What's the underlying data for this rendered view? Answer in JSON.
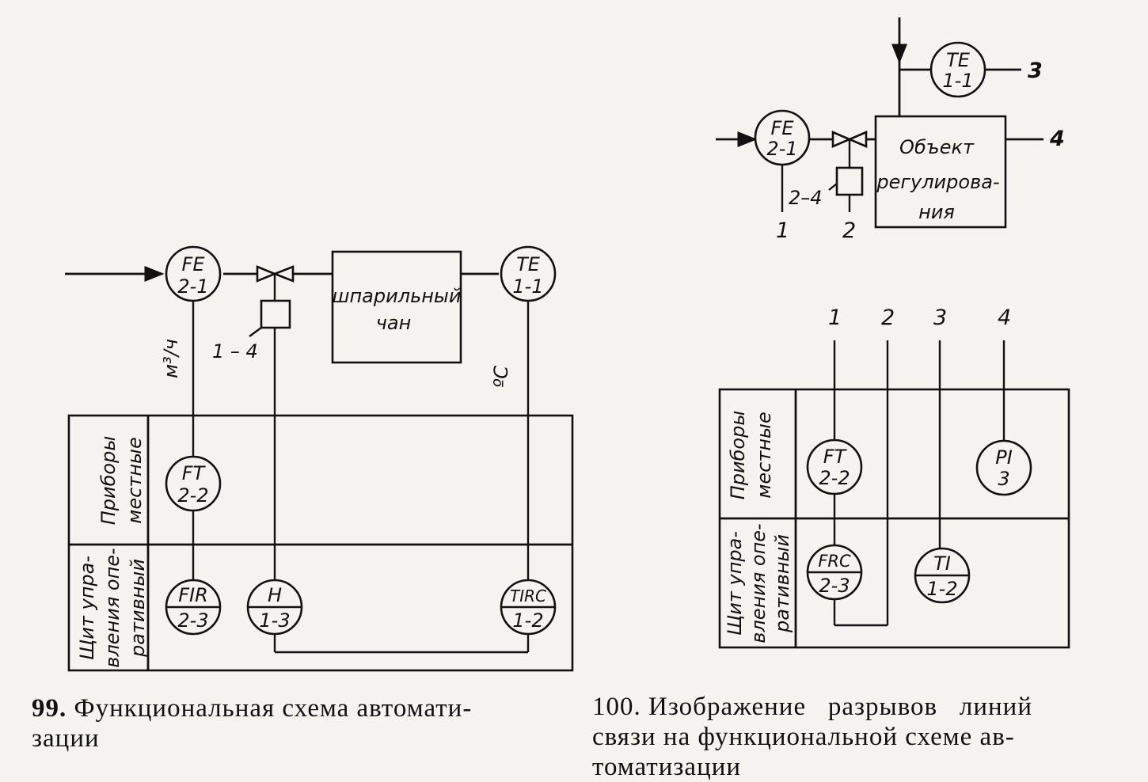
{
  "fig99": {
    "instruments": {
      "fe": {
        "top": "FE",
        "bottom": "2-1"
      },
      "te": {
        "top": "TE",
        "bottom": "1-1"
      },
      "ft": {
        "top": "FT",
        "bottom": "2-2"
      },
      "fir": {
        "top": "FIR",
        "bottom": "2-3"
      },
      "h": {
        "top": "H",
        "bottom": "1-3"
      },
      "tirc": {
        "top": "TIRC",
        "bottom": "1-2"
      }
    },
    "vessel": {
      "line1": "шпарильный",
      "line2": "чан"
    },
    "actuator_label": "1 – 4",
    "unit_flow": "м³/ч",
    "unit_temp": "ºС",
    "row_local": {
      "line1": "Приборы",
      "line2": "местные"
    },
    "row_panel": {
      "line1": "Щит упра-",
      "line2": "вления опе-",
      "line3": "ративный"
    },
    "caption": {
      "number": "99.",
      "line1": "Функциональная схема автомати-",
      "line2": "зации"
    }
  },
  "fig100": {
    "instruments": {
      "te": {
        "top": "TE",
        "bottom": "1-1"
      },
      "fe": {
        "top": "FE",
        "bottom": "2-1"
      },
      "ft": {
        "top": "FT",
        "bottom": "2-2"
      },
      "pi": {
        "top": "PI",
        "bottom": "3"
      },
      "frc": {
        "top": "FRC",
        "bottom": "2-3"
      },
      "ti": {
        "top": "TI",
        "bottom": "1-2"
      }
    },
    "object": {
      "line1": "Объект",
      "line2": "регулирова-",
      "line3": "ния"
    },
    "actuator_label": "2–4",
    "line_numbers_top": [
      "1",
      "2",
      "3",
      "4"
    ],
    "line_numbers_upper": {
      "n1": "1",
      "n2": "2",
      "n3": "3",
      "n4": "4"
    },
    "row_local": {
      "line1": "Приборы",
      "line2": "местные"
    },
    "row_panel": {
      "line1": "Щит упра-",
      "line2": "вления опе-",
      "line3": "ративный"
    },
    "caption": {
      "number": "100.",
      "line1": "Изображение   разрывов   линий",
      "line2": "связи на функциональной схеме ав-",
      "line3": "томатизации"
    }
  }
}
